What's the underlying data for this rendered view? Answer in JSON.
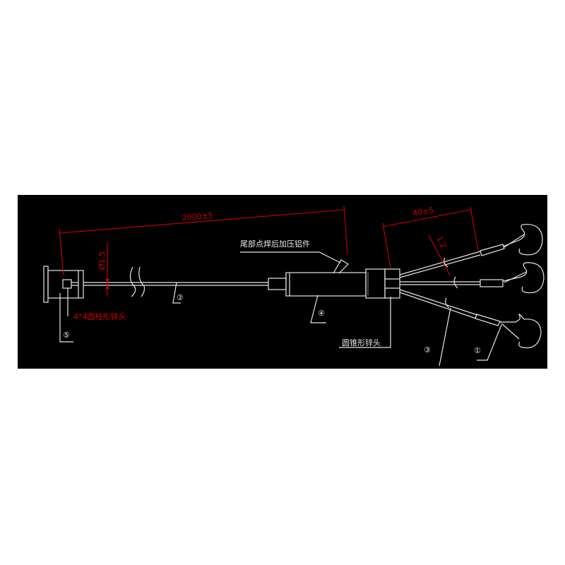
{
  "drawing": {
    "dimensions": {
      "total_length": "2000±5",
      "branch_length": "40±5",
      "cable_diameter": "Ø1.5",
      "branch_wire": "1.2"
    },
    "labels": {
      "tail_weld": "尾部点焊后加压铝件",
      "cylindrical_zinc_head": "4*4圆柱形锌头",
      "conical_zinc_head": "圆锥形锌头"
    },
    "callouts": [
      "①",
      "②",
      "③",
      "④",
      "⑤"
    ],
    "colors": {
      "background": "#000000",
      "lines": "#e6e6e6",
      "dimensions": "#d00000"
    }
  }
}
